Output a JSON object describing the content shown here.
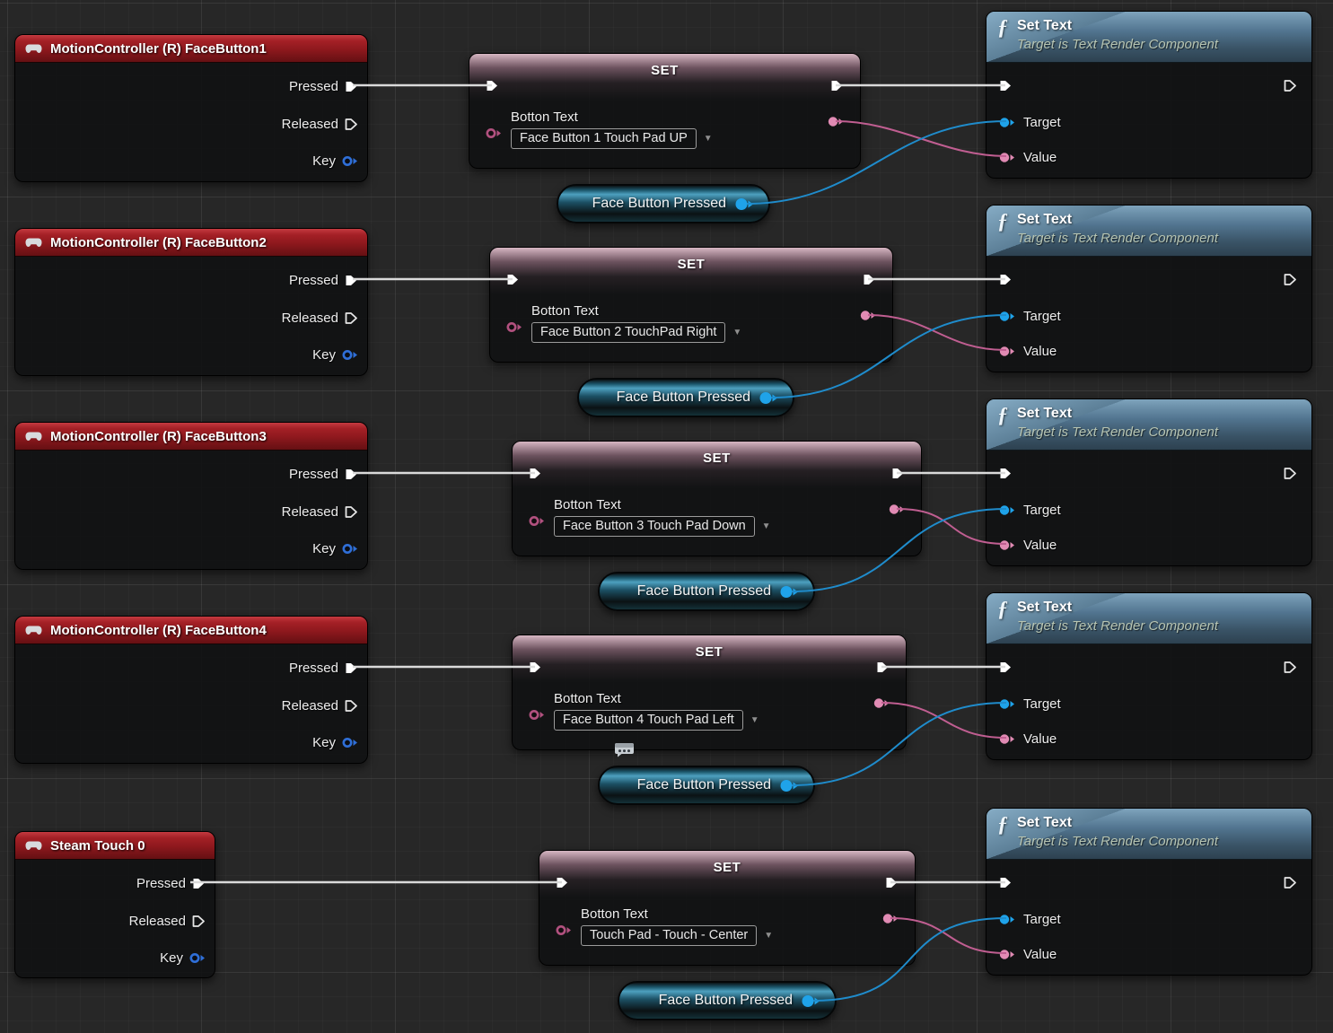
{
  "colors": {
    "canvas_background": "#272727",
    "event_header_red": "#9e1d22",
    "setter_header_pink": "#c9a4b4",
    "function_header_blue": "#57788e",
    "exec_wire_white": "#dadada",
    "data_wire_pink": "#c05e91",
    "data_wire_blue": "#1f8ccc",
    "pin_blue": "#1fa3ea",
    "pin_pink": "#e18bb4",
    "key_pin_blue": "#2f6fd8"
  },
  "events": [
    {
      "title": "MotionController (R) FaceButton1",
      "pressed": "Pressed",
      "released": "Released",
      "key": "Key"
    },
    {
      "title": "MotionController (R) FaceButton2",
      "pressed": "Pressed",
      "released": "Released",
      "key": "Key"
    },
    {
      "title": "MotionController (R) FaceButton3",
      "pressed": "Pressed",
      "released": "Released",
      "key": "Key"
    },
    {
      "title": "MotionController (R) FaceButton4",
      "pressed": "Pressed",
      "released": "Released",
      "key": "Key"
    },
    {
      "title": "Steam Touch 0",
      "pressed": "Pressed",
      "released": "Released",
      "key": "Key"
    }
  ],
  "sets": [
    {
      "title": "SET",
      "label": "Botton Text",
      "value": "Face Button 1 Touch Pad UP"
    },
    {
      "title": "SET",
      "label": "Botton Text",
      "value": "Face Button 2 TouchPad Right"
    },
    {
      "title": "SET",
      "label": "Botton Text",
      "value": "Face Button 3 Touch Pad Down"
    },
    {
      "title": "SET",
      "label": "Botton Text",
      "value": "Face Button 4 Touch Pad Left"
    },
    {
      "title": "SET",
      "label": "Botton Text",
      "value": "Touch Pad - Touch - Center"
    }
  ],
  "set_texts": [
    {
      "title": "Set Text",
      "subtitle": "Target is Text Render Component",
      "target": "Target",
      "value": "Value"
    },
    {
      "title": "Set Text",
      "subtitle": "Target is Text Render Component",
      "target": "Target",
      "value": "Value"
    },
    {
      "title": "Set Text",
      "subtitle": "Target is Text Render Component",
      "target": "Target",
      "value": "Value"
    },
    {
      "title": "Set Text",
      "subtitle": "Target is Text Render Component",
      "target": "Target",
      "value": "Value"
    },
    {
      "title": "Set Text",
      "subtitle": "Target is Text Render Component",
      "target": "Target",
      "value": "Value"
    }
  ],
  "getters": [
    {
      "label": "Face Button Pressed"
    },
    {
      "label": "Face Button Pressed"
    },
    {
      "label": "Face Button Pressed"
    },
    {
      "label": "Face Button Pressed"
    },
    {
      "label": "Face Button Pressed"
    }
  ]
}
